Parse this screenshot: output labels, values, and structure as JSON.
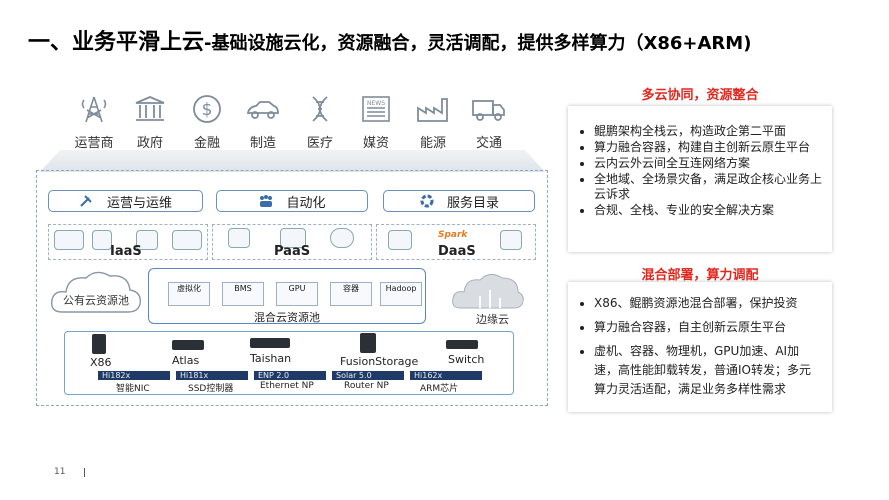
{
  "title": {
    "main": "一、业务平滑上云",
    "sub": "-基础设施云化，资源融合，灵活调配，提供多样算力（X86+ARM)"
  },
  "industries": [
    {
      "label": "运营商",
      "icon": "telecom-tower-icon"
    },
    {
      "label": "政府",
      "icon": "government-building-icon"
    },
    {
      "label": "金融",
      "icon": "dollar-coin-icon"
    },
    {
      "label": "制造",
      "icon": "car-icon"
    },
    {
      "label": "医疗",
      "icon": "dna-icon"
    },
    {
      "label": "媒资",
      "icon": "newspaper-icon"
    },
    {
      "label": "能源",
      "icon": "factory-icon"
    },
    {
      "label": "交通",
      "icon": "truck-icon"
    }
  ],
  "diagram": {
    "services": [
      "运营与运维",
      "自动化",
      "服务目录"
    ],
    "layers": [
      "IaaS",
      "PaaS",
      "DaaS"
    ],
    "daas_brand": "Spark",
    "public_cloud": "公有云资源池",
    "hybrid_pool": {
      "label": "混合云资源池",
      "tiles": [
        "虚拟化",
        "BMS",
        "GPU",
        "容器",
        "Hadoop"
      ]
    },
    "edge_cloud": "边缘云",
    "hardware": [
      "X86",
      "Atlas",
      "Taishan",
      "FusionStorage",
      "Switch"
    ],
    "chips": [
      {
        "model": "Hi182x",
        "name": "智能NIC"
      },
      {
        "model": "Hi181x",
        "name": "SSD控制器"
      },
      {
        "model": "ENP 2.0",
        "name": "Ethernet NP"
      },
      {
        "model": "Solar 5.0",
        "name": "Router NP"
      },
      {
        "model": "Hi162x",
        "name": "ARM芯片"
      }
    ]
  },
  "panel_top": {
    "heading": "多云协同，资源整合",
    "items": [
      "鲲鹏架构全栈云，构造政企第二平面",
      "算力融合容器，构建自主创新云原生平台",
      "云内云外云间全互连网络方案",
      "全地域、全场景灾备，满足政企核心业务上云诉求",
      "合规、全栈、专业的安全解决方案"
    ]
  },
  "panel_bottom": {
    "heading": "混合部署，算力调配",
    "items": [
      "X86、鲲鹏资源池混合部署，保护投资",
      "算力融合容器，自主创新云原生平台",
      "虚机、容器、物理机，GPU加速、AI加速，高性能卸载转发，普通IO转发；多元算力灵活适配，满足业务多样性需求"
    ]
  },
  "page_number": "11",
  "colors": {
    "accent_red": "#e0281f",
    "frame_blue": "#5a87c0",
    "chip_navy": "#1f3a66"
  }
}
